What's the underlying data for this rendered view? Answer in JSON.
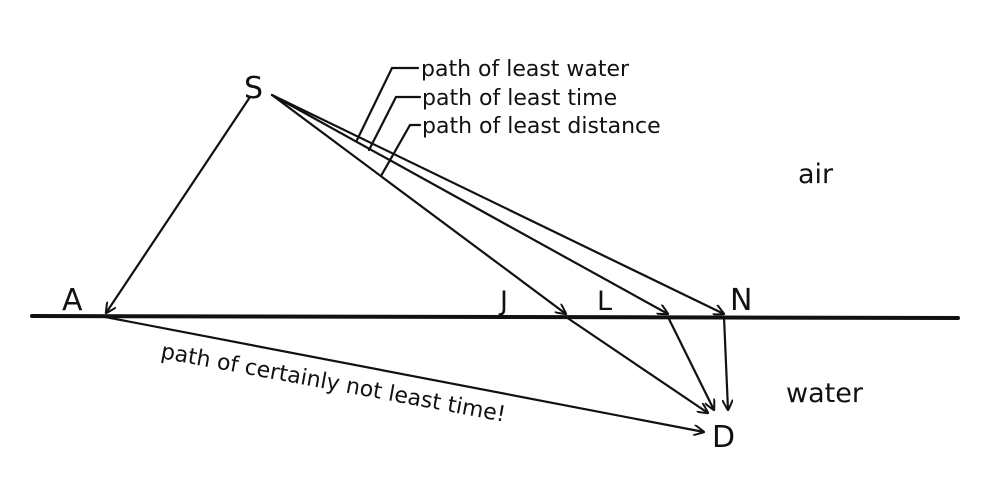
{
  "points": {
    "s": "S",
    "a": "A",
    "j": "J",
    "l": "L",
    "n": "N",
    "d": "D"
  },
  "media": {
    "upper": "air",
    "lower": "water"
  },
  "path_labels": {
    "least_water": "path of least water",
    "least_time": "path of least time",
    "least_distance": "path of least distance",
    "not_least_time": "path of certainly not least time!"
  },
  "colors": {
    "ink": "#111111",
    "background": "#ffffff"
  }
}
